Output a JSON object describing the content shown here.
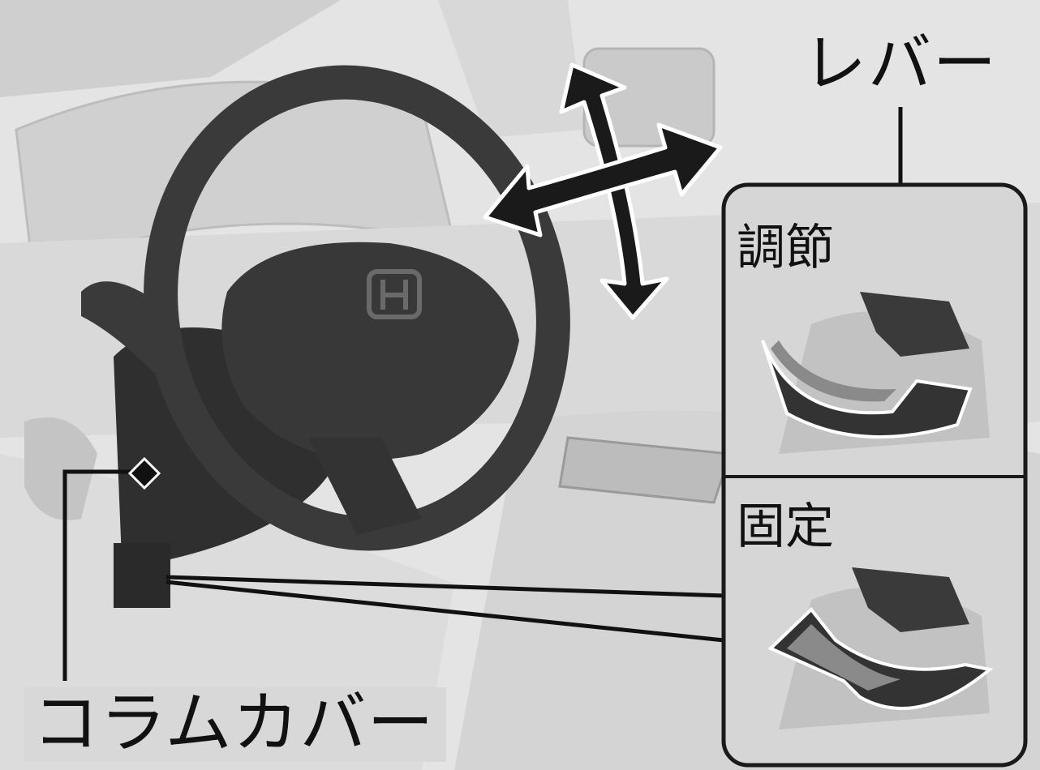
{
  "labels": {
    "lever": "レバー",
    "adjust": "調節",
    "lock": "固定",
    "column_cover": "コラムカバー"
  },
  "colors": {
    "background": "#e2e2e2",
    "line": "#111111",
    "wheel": "#3a3a3a",
    "column": "#2e2e2e",
    "inset_bg": "#d6d6d6",
    "inset_arrow": "#7a7a7a"
  },
  "icons": [
    "tilt-telescopic-arrows-icon",
    "honda-emblem-icon",
    "curved-arrow-icon"
  ]
}
